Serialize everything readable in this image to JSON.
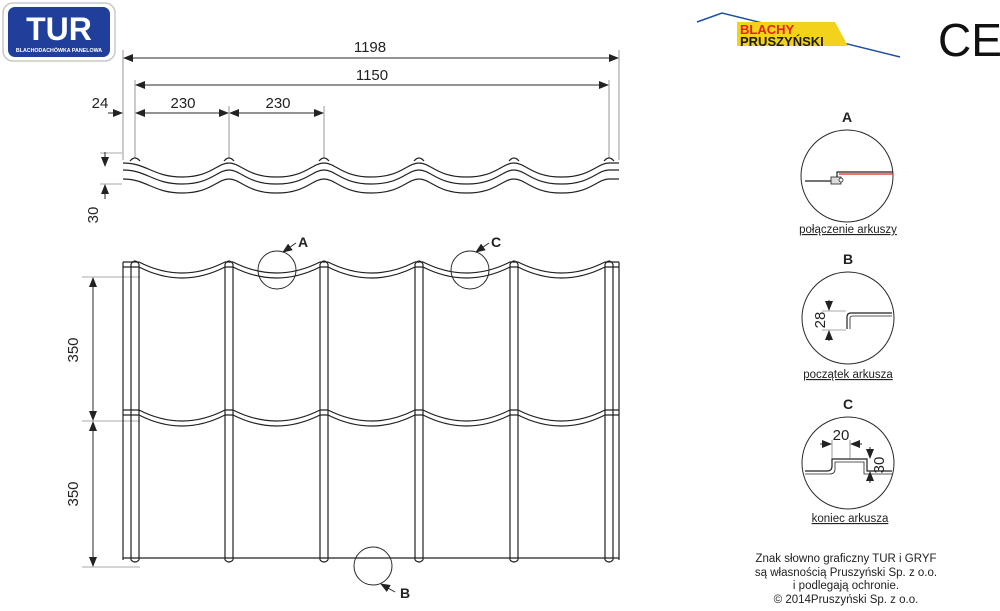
{
  "logos": {
    "tur_main": "TUR",
    "tur_sub": "BLACHODACHÓWKA PANELOWA",
    "brand_line1": "BLACHY",
    "brand_line2": "PRUSZYŃSKI",
    "ce_mark": "CE",
    "colors": {
      "tur_bg": "#1f3f9a",
      "brand_yellow": "#f3d21b",
      "brand_red": "#e2231a",
      "brand_blue": "#1b4fa0"
    }
  },
  "top_profile": {
    "dim_total": "1198",
    "dim_effective": "1150",
    "dim_edge": "24",
    "dim_module_1": "230",
    "dim_module_2": "230",
    "dim_height": "30"
  },
  "front_view": {
    "dim_step_1": "350",
    "dim_step_2": "350",
    "callout_a": "A",
    "callout_b": "B",
    "callout_c": "C"
  },
  "details": [
    {
      "id": "A",
      "caption": "połączenie arkuszy",
      "dims": []
    },
    {
      "id": "B",
      "caption": "początek arkusza",
      "dims": [
        "28"
      ]
    },
    {
      "id": "C",
      "caption": "koniec arkusza",
      "dims": [
        "20",
        "30"
      ]
    }
  ],
  "copyright": {
    "line1": "Znak słowno graficzny TUR i GRYF",
    "line2": "są własnością Pruszyński Sp. z o.o.",
    "line3": "i podlegają ochronie.",
    "line4": "© 2014Pruszyński Sp. z o.o."
  }
}
